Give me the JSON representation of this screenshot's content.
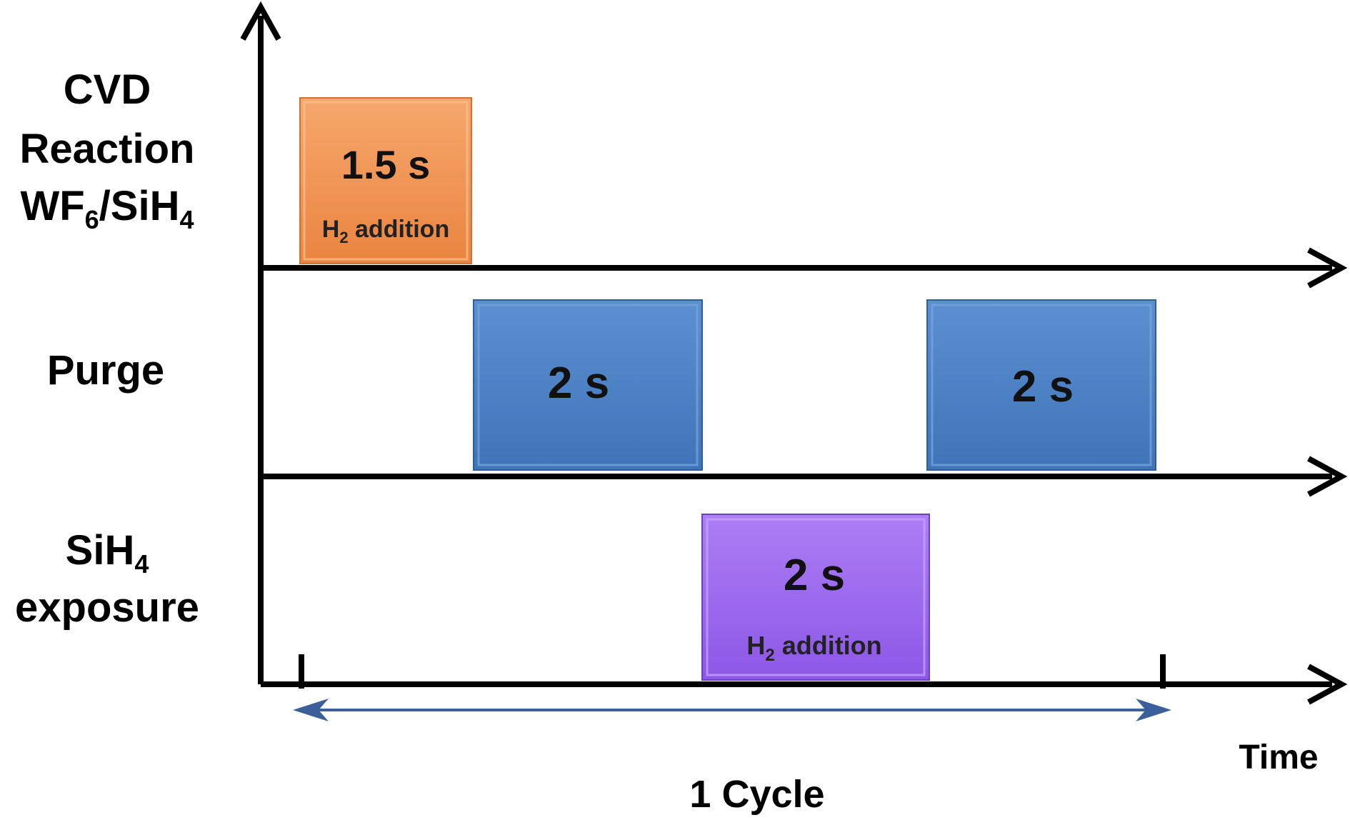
{
  "diagram": {
    "rows": [
      {
        "line1": "CVD",
        "line2": "Reaction",
        "line3_main": "WF",
        "line3_sub1": "6",
        "line3_mid": "/SiH",
        "line3_sub2": "4"
      },
      {
        "line1": "Purge"
      },
      {
        "line1_main": "SiH",
        "line1_sub": "4",
        "line2": "exposure"
      }
    ],
    "pulses": [
      {
        "row": "cvd",
        "duration": "1.5 s",
        "note_main": "H",
        "note_sub": "2",
        "note_rest": " addition",
        "color": "#f0924e"
      },
      {
        "row": "purge",
        "duration": "2 s",
        "color": "#4a80c4"
      },
      {
        "row": "purge",
        "duration": "2 s",
        "color": "#4a80c4"
      },
      {
        "row": "sih4",
        "duration": "2 s",
        "note_main": "H",
        "note_sub": "2",
        "note_rest": " addition",
        "color": "#9b66ee"
      }
    ],
    "time_label": "Time",
    "cycle_label": "1 Cycle",
    "colors": {
      "axis": "#000000",
      "cycle_arrow": "#3b5f9a"
    }
  }
}
